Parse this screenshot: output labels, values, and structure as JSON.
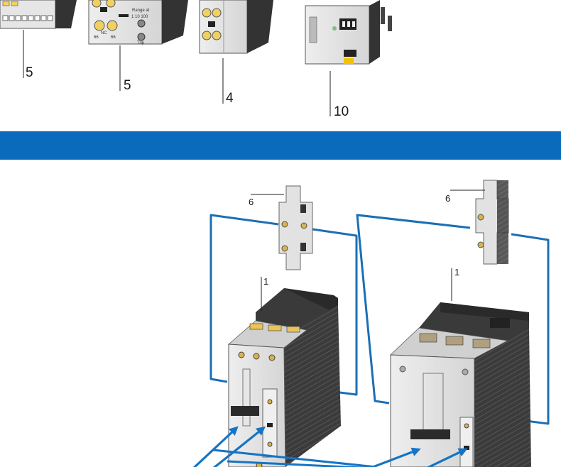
{
  "colors": {
    "banner": "#0a6bbd",
    "connector": "#1b6fb5",
    "arrow": "#1574c4",
    "device_light": "#e4e4e4",
    "device_dark": "#3a3a3a"
  },
  "top_parts": [
    {
      "label": "5"
    },
    {
      "label": "5",
      "printed": {
        "range": "Range at",
        "scale": "1  10  100",
        "nc": "NC",
        "left": "66",
        "right": "66",
        "tail": "Trip"
      }
    },
    {
      "label": "4"
    },
    {
      "label": "10"
    }
  ],
  "diagram_labels": {
    "left_aux": "6",
    "left_contactor": "1",
    "right_aux": "6",
    "right_contactor": "1"
  }
}
